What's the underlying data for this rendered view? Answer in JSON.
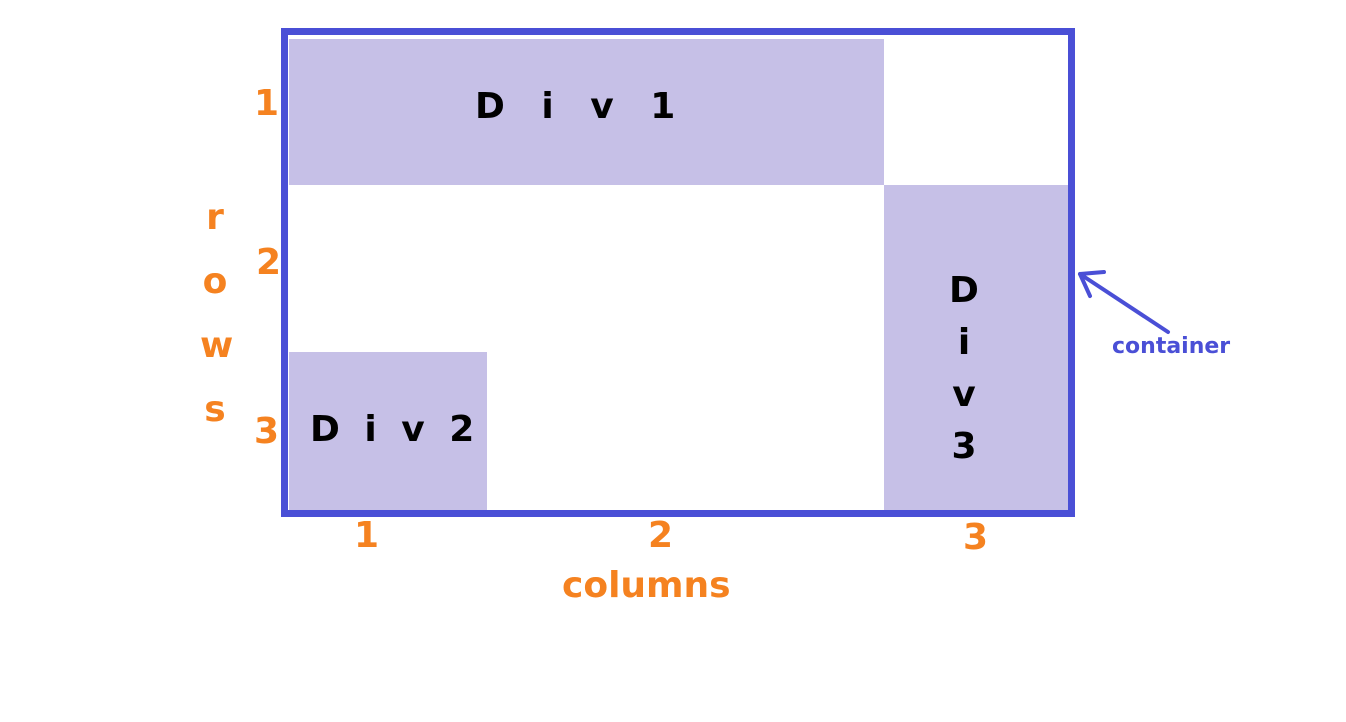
{
  "container_label": "container",
  "axis": {
    "rows_label_letters": [
      "r",
      "o",
      "w",
      "s"
    ],
    "columns_label": "columns",
    "row_numbers": [
      "1",
      "2",
      "3"
    ],
    "column_numbers": [
      "1",
      "2",
      "3"
    ]
  },
  "cells": {
    "div1": "D i v 1",
    "div2": "D i v 2",
    "div3_letters": [
      "D",
      "i",
      "v",
      "3"
    ]
  },
  "colors": {
    "container_border": "#4a4fd6",
    "cell_fill": "#c6c0e7",
    "axis_text": "#f58220"
  }
}
